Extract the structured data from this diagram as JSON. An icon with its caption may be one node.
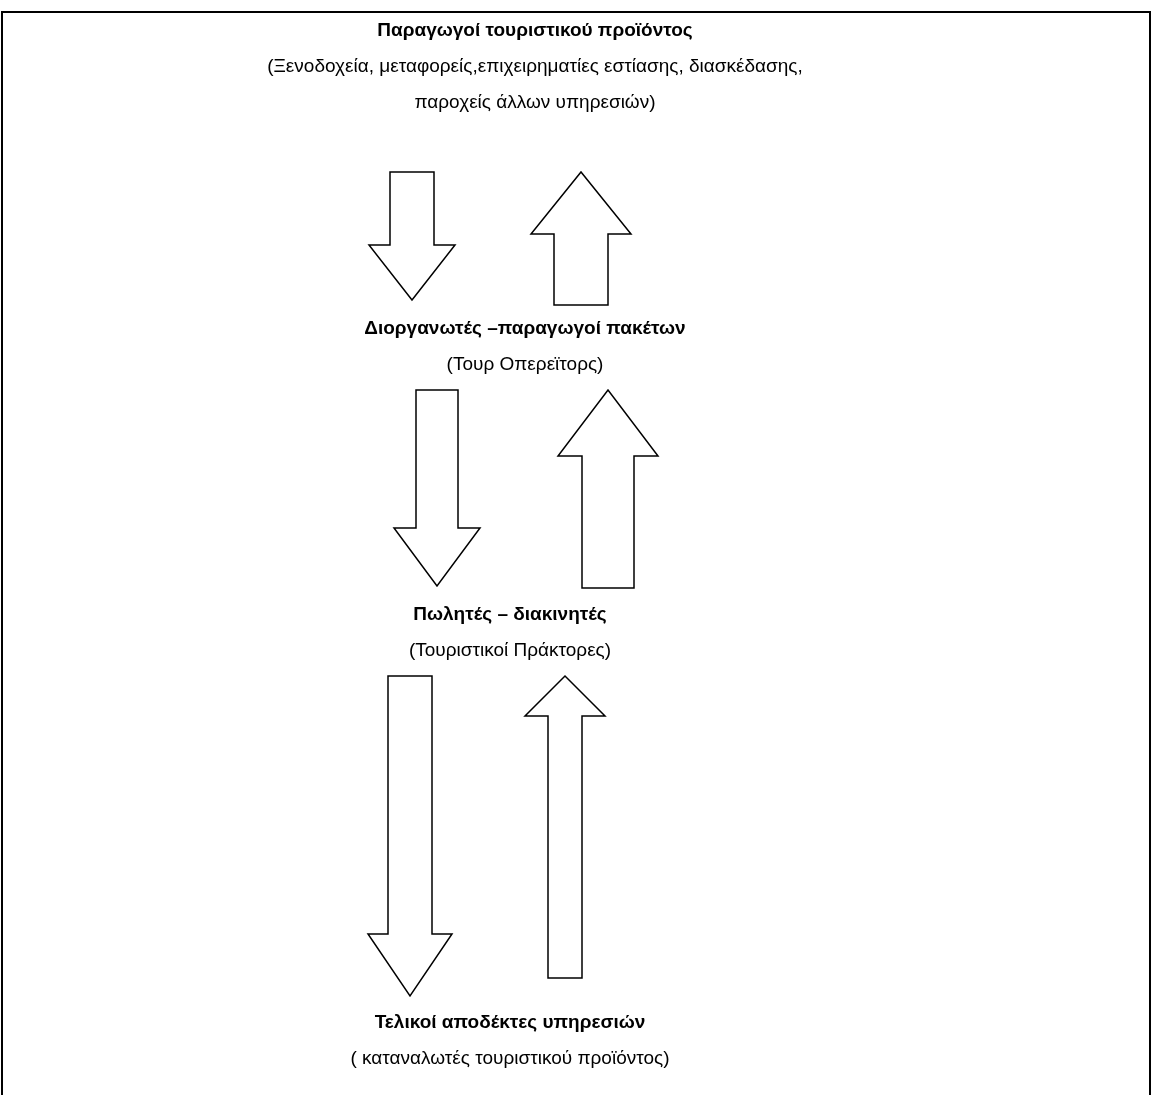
{
  "diagram": {
    "nodes": [
      {
        "text": [
          "Παραγωγοί τουριστικού προϊόντος",
          "(Ξενοδοχεία, μεταφορείς,επιχειρηματίες εστίασης, διασκέδασης, παροχείς άλλων υπηρεσιών)"
        ]
      },
      {
        "text": [
          "Διοργανωτές –παραγωγοί πακέτων",
          "(Τουρ Οπερεϊτορς)"
        ]
      },
      {
        "text": [
          "Πωλητές – διακινητές",
          "(Τουριστικοί Πράκτορες)"
        ]
      },
      {
        "text": [
          "Τελικοί αποδέκτες υπηρεσιών",
          "( καταναλωτές τουριστικού προϊόντος)"
        ]
      }
    ],
    "edges": [
      {
        "from": 0,
        "to": 1,
        "arrow": "to"
      },
      {
        "from": 1,
        "to": 0,
        "arrow": "to"
      },
      {
        "from": 1,
        "to": 2,
        "arrow": "to"
      },
      {
        "from": 2,
        "to": 1,
        "arrow": "to"
      },
      {
        "from": 2,
        "to": 3,
        "arrow": "to"
      },
      {
        "from": 3,
        "to": 2,
        "arrow": "to"
      }
    ]
  }
}
